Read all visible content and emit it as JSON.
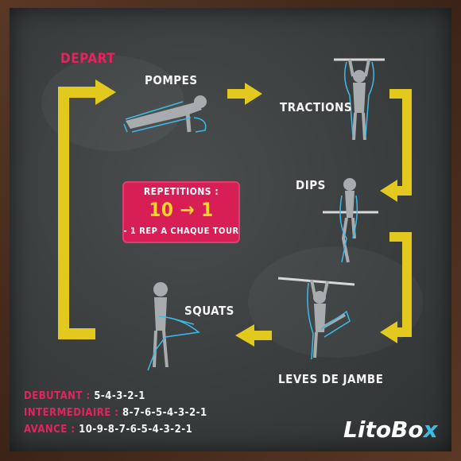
{
  "title": "DEPART",
  "exercises": {
    "pompes": "POMPES",
    "tractions": "TRACTIONS",
    "dips": "DIPS",
    "leves_de_jambe": "LEVES DE JAMBE",
    "squats": "SQUATS"
  },
  "repetitions": {
    "label": "REPETITIONS :",
    "range_start": "10",
    "arrow": "→",
    "range_end": "1",
    "note": "- 1 REP A CHAQUE TOUR"
  },
  "levels": [
    {
      "label": "DEBUTANT :",
      "value": "5-4-3-2-1"
    },
    {
      "label": "INTERMEDIAIRE :",
      "value": "8-7-6-5-4-3-2-1"
    },
    {
      "label": "AVANCE :",
      "value": "10-9-8-7-6-5-4-3-2-1"
    }
  ],
  "logo": {
    "main": "LitoBo",
    "accent": "x"
  },
  "figure_labels": {
    "brand": "LitoBox"
  },
  "colors": {
    "chalkboard": "#3a3d3e",
    "frame": "#4a2e1e",
    "arrow_yellow": "#e3c81e",
    "accent_pink": "#e3245e",
    "figure_gray": "#a9acae",
    "figure_outline": "#3dbbe6"
  }
}
